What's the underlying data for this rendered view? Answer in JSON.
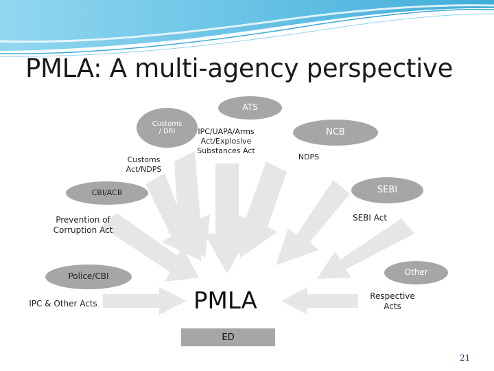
{
  "slide": {
    "title": "PMLA: A multi-agency perspective",
    "page_number": "21"
  },
  "colors": {
    "node_fill": "#a6a6a6",
    "arrow_fill": "#e6e6e6",
    "header_wave": "#29a8d8"
  },
  "diagram": {
    "center_label": "PMLA",
    "center_agency": "ED",
    "agencies": {
      "ats": "ATS",
      "customs_dri": "Customs\n/ DRI",
      "ncb": "NCB",
      "cbi_acb": "CBI/ACB",
      "sebi": "SEBI",
      "police_cbi": "Police/CBI",
      "other": "Other"
    },
    "laws": {
      "ipc_uapa_arms": "IPC/UAPA/Arms\nAct/Explosive\nSubstances Act",
      "customs_ndps": "Customs\nAct/NDPS",
      "ndps": "NDPS",
      "prevention_of_corruption": "Prevention of\nCorruption Act",
      "sebi_act": "SEBI Act",
      "ipc_other_acts": "IPC & Other Acts",
      "respective_acts": "Respective\nActs"
    }
  }
}
